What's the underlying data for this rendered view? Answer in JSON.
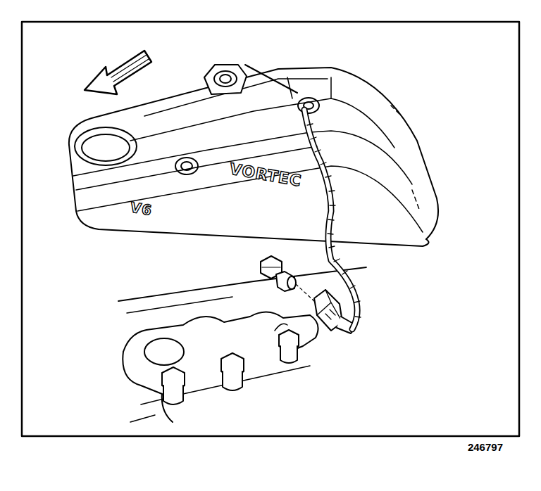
{
  "diagram": {
    "labels": [
      "V6",
      "VORTEC",
      "246797"
    ]
  }
}
